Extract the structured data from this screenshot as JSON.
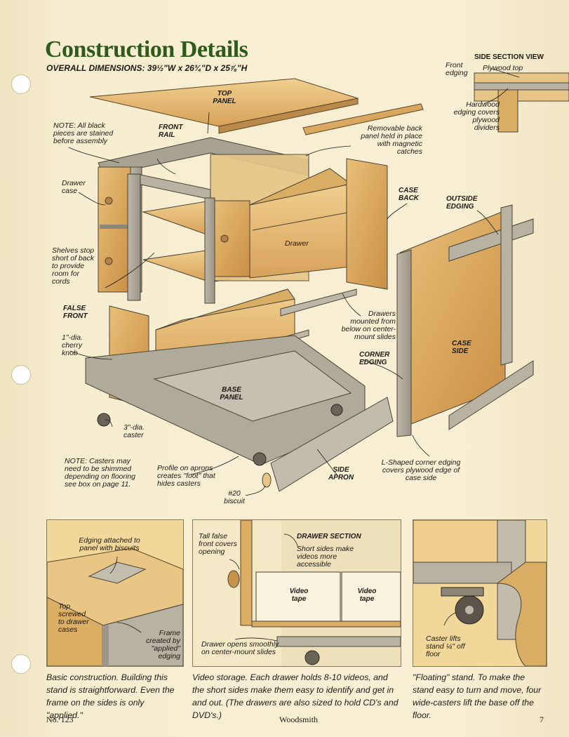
{
  "header": {
    "title": "Construction Details",
    "dimensions": "OVERALL DIMENSIONS: 39½\"W x 26¾\"D x 25⅞\"H"
  },
  "side_section": {
    "title": "SIDE SECTION VIEW",
    "front_edging": "Front edging",
    "plywood_top": "Plywood top",
    "hardwood_edging": "Hardwood edging covers plywood dividers"
  },
  "labels": {
    "top_panel": "TOP PANEL",
    "front_rail": "FRONT RAIL",
    "note1": "NOTE: All black pieces are stained before assembly",
    "removable_back": "Removable back panel held in place with magnetic catches",
    "drawer_case": "Drawer case",
    "case_back": "CASE BACK",
    "outside_edging": "OUTSIDE EDGING",
    "shelves": "Shelves stop short of back to provide room for cords",
    "drawer": "Drawer",
    "false_front": "FALSE FRONT",
    "knob": "1\"-dia. cherry knob",
    "drawers_mounted": "Drawers mounted from below on center-mount slides",
    "corner_edging": "CORNER EDGING",
    "case_side": "CASE SIDE",
    "base_panel": "BASE PANEL",
    "caster": "3\"-dia. caster",
    "note2": "NOTE: Casters may need to be shimmed depending on flooring see box on page 11.",
    "profile": "Profile on aprons creates \"foot\" that hides casters",
    "side_apron": "SIDE APRON",
    "l_shaped": "L-Shaped corner edging covers plywood edge of case side",
    "biscuit": "#20 biscuit"
  },
  "panels": {
    "p1": {
      "edging": "Edging attached to panel with biscuits",
      "top": "Top screwed to drawer cases",
      "frame": "Frame created by \"applied\" edging",
      "caption_lead": "Basic construction.",
      "caption": "Building this stand is straightforward. Even the frame on the sides is only \"applied.\""
    },
    "p2": {
      "tall": "Tall false front covers opening",
      "section": "DRAWER SECTION",
      "short": "Short sides make videos more accessible",
      "tape1": "Video tape",
      "tape2": "Video tape",
      "opens": "Drawer opens smoothly on center-mount slides",
      "caption_lead": "Video storage.",
      "caption": "Each drawer holds 8-10 videos, and the short sides make them easy to identify and get in and out. (The drawers are also sized to hold CD's and DVD's.)"
    },
    "p3": {
      "caster": "Caster lifts stand ¼\" off floor",
      "caption_lead": "\"Floating\" stand.",
      "caption": "To make the stand easy to turn and move, four wide-casters lift the base off the floor."
    }
  },
  "footer": {
    "issue": "No. 123",
    "magazine": "Woodsmith",
    "page": "7"
  }
}
